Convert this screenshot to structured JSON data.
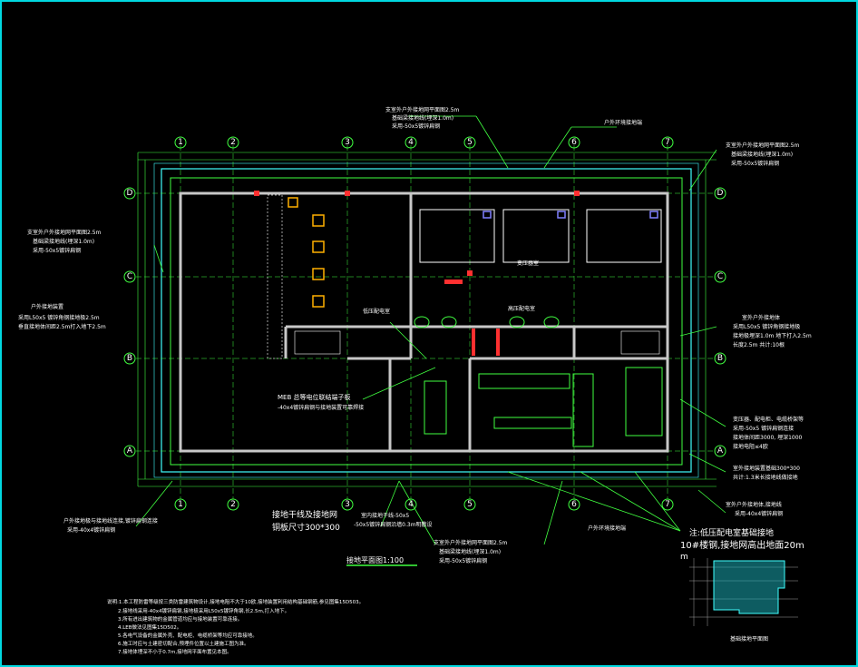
{
  "colors": {
    "background": "#000000",
    "frame": "#00d8e0",
    "wall": "#c8c8c8",
    "ground": "#40ff40",
    "cyan": "#40ffff",
    "text": "#ffffff",
    "accent": "#ffff40"
  },
  "axes": {
    "columns": [
      "1",
      "2",
      "3",
      "4",
      "5",
      "6",
      "7"
    ],
    "rows": [
      "D",
      "C",
      "B",
      "A"
    ]
  },
  "callouts": {
    "top_center": [
      "支室外户外接地网平面图2.5m",
      "基础梁接地线(埋深1.0m)",
      "采用-50x5镀锌扁钢"
    ],
    "top_right_small": "户外环境接地端",
    "right_top": [
      "支室外户外接地网平面图2.5m",
      "基础梁接地线(埋深1.0m)",
      "采用-50x5镀锌扁钢"
    ],
    "left_upper": [
      "支室外户外接地网平面图2.5m",
      "基础梁接地线(埋深1.0m)",
      "采用-50x5镀锌扁钢"
    ],
    "left_mid": [
      "户外接地装置",
      "采用L50x5 镀锌角钢接地极2.5m",
      "垂直接地体间距2.5m打入地下2.5m"
    ],
    "right_mid": [
      "室外户外接地体",
      "采用L50x5 镀锌角钢接地极",
      "接地极埋深1.0m 地下打入2.5m",
      "长度2.5m 共计:10根"
    ],
    "right_low": [
      "变压器、配电柜、电缆桥架等",
      "采用-50x5 镀锌扁钢连接",
      "接地体间距3000, 埋深1000",
      "接地电阻≤4欧"
    ],
    "right_lower2": [
      "室外接地装置基础300*300",
      "共计:1.3米长接地线做接地"
    ],
    "right_lower3": [
      "室外户外接地体,接地线",
      "采用-40x4镀锌扁钢"
    ],
    "bottom_left": [
      "户外接地极与接地线连接,镀锌扁钢连接",
      "采用-40x4镀锌扁钢"
    ],
    "bottom_center": [
      "接地干线及接地网",
      "铜板尺寸300*300"
    ],
    "bottom_center_small": [
      "室内接地干线-50x5",
      "-50x5镀锌扁钢沿墙0.3m明敷设"
    ],
    "bottom_mid": [
      "支室外户外接地网平面图2.5m",
      "基础梁接地线(埋深1.0m)",
      "采用-50x5镀锌扁钢"
    ],
    "bottom_right_small": "户外环境接地端",
    "meb": [
      "MEB 总等电位联结端子板",
      "-40x4镀锌扁钢与接地装置可靠焊接"
    ],
    "inner_label_1": "低压配电室",
    "inner_label_2": "高压配电室",
    "inner_label_3": "变压器室"
  },
  "drawing_title": "接地平面图1:100",
  "inset": {
    "title": [
      "注:低压配电室基础接地",
      "10#楼钢,接地网高出地面20m"
    ],
    "caption": "基础接地平面图",
    "prefix": "m"
  },
  "notes": [
    "说明:1.本工程防雷等级按三类防雷建筑物设计,接地电阻不大于10欧,接地装置利用结构基础钢筋,参见图集15D503。",
    "2.接地线采用-40x4镀锌扁钢,接地极采用L50x5镀锌角钢,长2.5m,打入地下。",
    "3.所有进出建筑物的金属管道均应与接地装置可靠连接。",
    "4.LEB做法见图集15D502。",
    "5.各电气设备的金属外壳、配电柜、电缆桥架等均应可靠接地。",
    "6.施工时应与土建密切配合,预埋件位置以土建施工图为准。",
    "7.接地体埋深不小于0.7m,接地网平面布置见本图。"
  ]
}
